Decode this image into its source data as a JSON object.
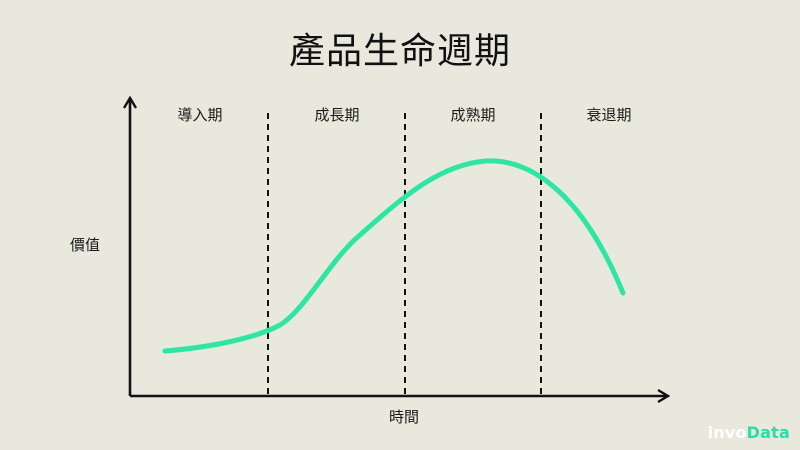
{
  "title": "產品生命週期",
  "stages": [
    "導入期",
    "成長期",
    "成熟期",
    "衰退期"
  ],
  "axes": {
    "y_label": "價值",
    "x_label": "時間"
  },
  "colors": {
    "background": "#e9e8dd",
    "curve": "#2ee6a4",
    "axis": "#111111"
  },
  "logo": {
    "part1": "invo",
    "part2": "Data"
  }
}
